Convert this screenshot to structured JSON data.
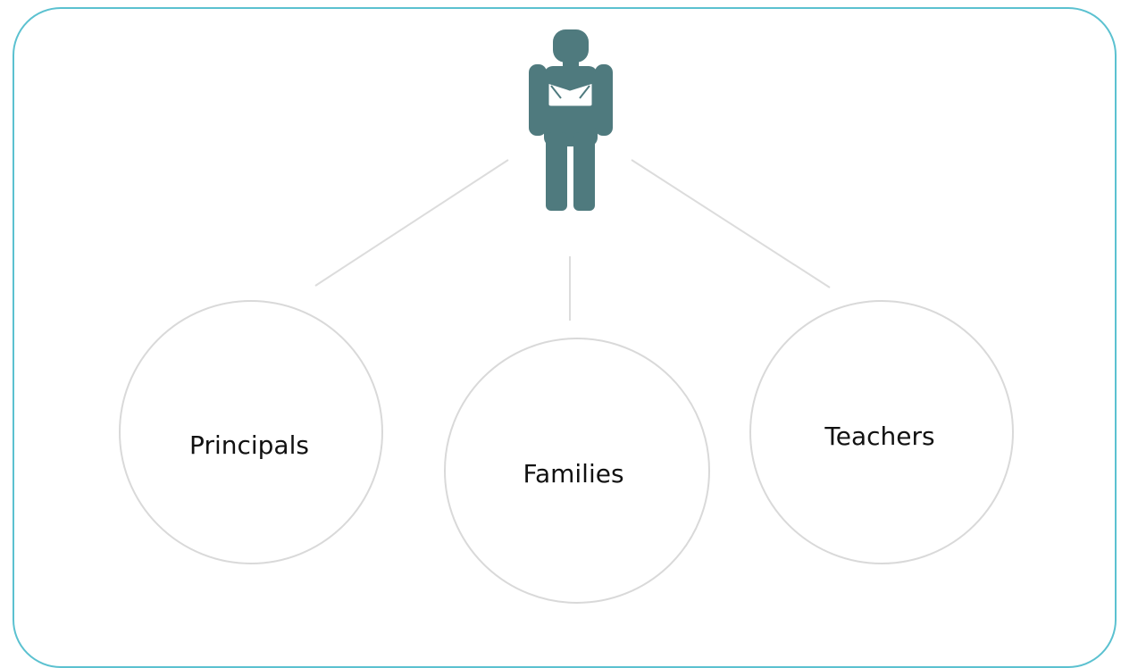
{
  "diagram": {
    "center_icon": "student-with-backpack-icon",
    "nodes": [
      {
        "id": "principals",
        "label": "Principals"
      },
      {
        "id": "families",
        "label": "Families"
      },
      {
        "id": "teachers",
        "label": "Teachers"
      }
    ]
  },
  "colors": {
    "frame_border": "#5bc1d0",
    "icon_fill": "#4f7a7e",
    "connector": "#dcdcdc",
    "circle_stroke": "#d9d9d9"
  }
}
